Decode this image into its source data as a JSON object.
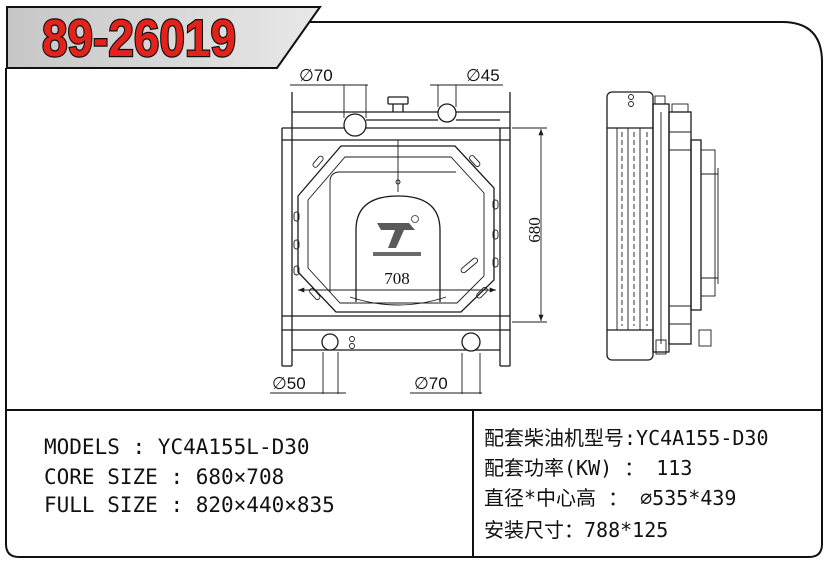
{
  "header": {
    "part_number": "89-26019"
  },
  "drawing": {
    "top_outlet_diameter": "∅70",
    "top_small_port_diameter": "∅45",
    "core_height": "680",
    "core_width": "708",
    "bottom_left_diameter": "∅50",
    "bottom_right_diameter": "∅70"
  },
  "specs": {
    "left": [
      {
        "label": "MODELS",
        "sep": " : ",
        "value": "YC4A155L-D30"
      },
      {
        "label": "CORE SIZE",
        "sep": " : ",
        "value": "680×708"
      },
      {
        "label": "FULL SIZE",
        "sep": " : ",
        "value": "820×440×835"
      }
    ],
    "right": [
      {
        "label": "配套柴油机型号",
        "sep": ":",
        "value": "YC4A155-D30"
      },
      {
        "label": "配套功率(KW)",
        "sep": " ： ",
        "value": "113"
      },
      {
        "label": "直径*中心高",
        "sep": " ： ",
        "value": "∅535*439"
      },
      {
        "label": "安装尺寸",
        "sep": "：",
        "value": "788*125"
      }
    ]
  },
  "colors": {
    "title": "#e3231b",
    "tab_light": "#e8e8e8",
    "tab_dark": "#c6c6c6",
    "line": "#1b1b1b"
  }
}
